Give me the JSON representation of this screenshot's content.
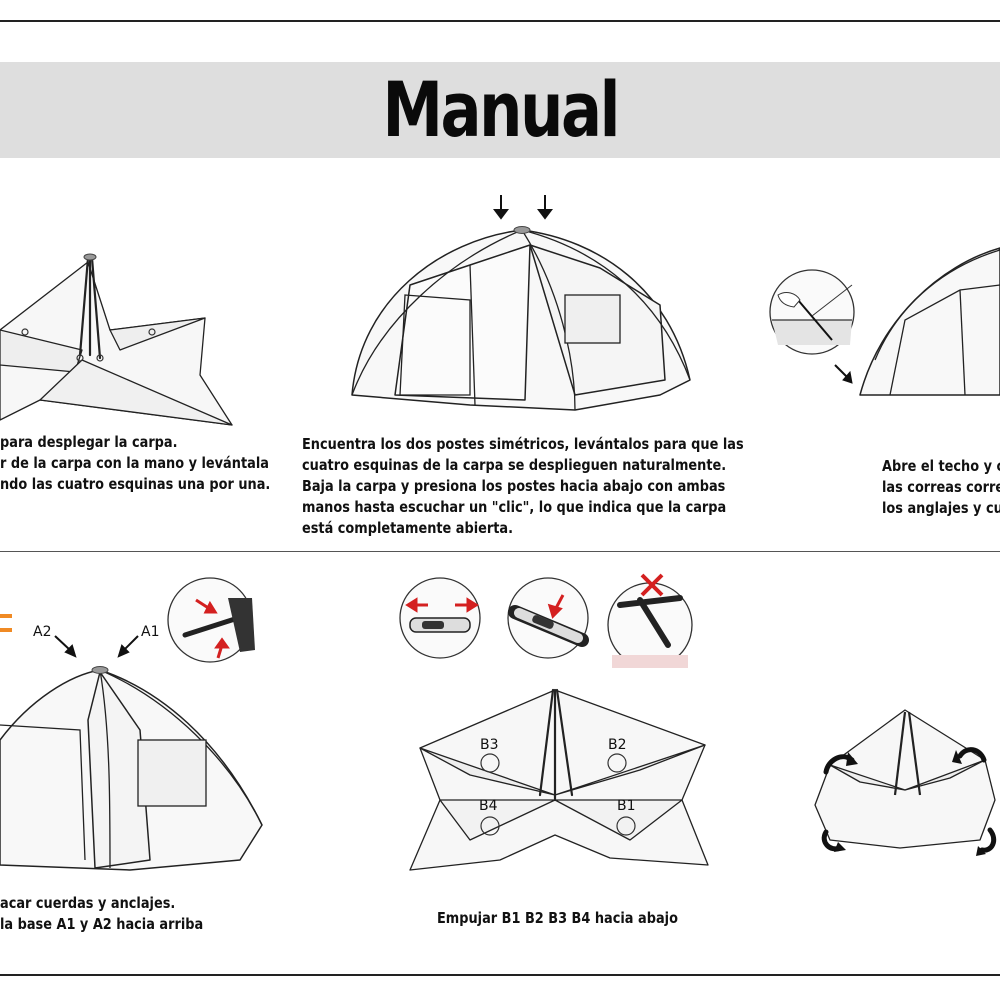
{
  "title": "Manual",
  "colors": {
    "title_band": "#dedede",
    "accent_red": "#d42020",
    "accent_orange": "#f08a24",
    "ink": "#111111"
  },
  "steps": {
    "step1": {
      "lines": [
        "para desplegar la carpa.",
        "r de la carpa con la mano y levántala",
        "ndo las cuatro esquinas una por una."
      ]
    },
    "step2": {
      "lines": [
        "Encuentra los dos postes simétricos, levántalos para que las",
        "cuatro esquinas de la carpa se desplieguen naturalmente.",
        "Baja la carpa y presiona los postes hacia abajo con ambas",
        "manos hasta escuchar un \"clic\", lo que indica que la carpa",
        "está completamente abierta."
      ]
    },
    "step3": {
      "lines": [
        "Abre el techo y c",
        "las correas corre",
        "los anglajes y cu"
      ]
    },
    "step4": {
      "lines": [
        "acar cuerdas y anclajes.",
        " la base A1 y A2 hacia arriba"
      ],
      "labels": {
        "a1": "A1",
        "a2": "A2"
      }
    },
    "step5": {
      "caption": "Empujar B1 B2 B3 B4 hacia abajo",
      "labels": {
        "b1": "B1",
        "b2": "B2",
        "b3": "B3",
        "b4": "B4"
      }
    },
    "step6": {}
  }
}
